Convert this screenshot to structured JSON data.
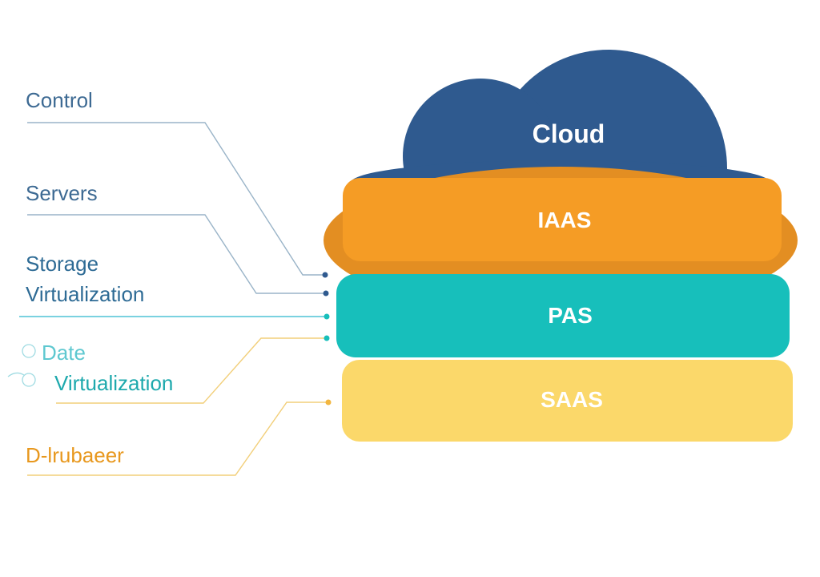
{
  "cloud": {
    "title": "Cloud",
    "color": "#2f5a8f"
  },
  "layers": {
    "iaas": {
      "label": "IAAS",
      "color": "#f59c25",
      "rim": "#e38e22"
    },
    "paas": {
      "label": "PAS",
      "color": "#17bfbb"
    },
    "saas": {
      "label": "SAAS",
      "color": "#fbd86a"
    }
  },
  "labels": {
    "control": {
      "text": "Control",
      "color": "#3d6a93"
    },
    "servers": {
      "text": "Servers",
      "color": "#3d6a93"
    },
    "storage": {
      "text": "Storage",
      "color": "#2e6b95"
    },
    "virtualization_1": {
      "text": "Virtualization",
      "color": "#2e6b95"
    },
    "data": {
      "text": "Date",
      "color": "#5ec8d0"
    },
    "virtualization_2": {
      "text": "Virtualization",
      "color": "#1ea9ad"
    },
    "database": {
      "text": "D-lrubaeer",
      "color": "#e8981e"
    }
  },
  "connector_colors": {
    "control": "#9ab4c8",
    "servers": "#9ab4c8",
    "storage": "#4fc3d6",
    "data": "#f2cf7a",
    "database": "#f2cf7a"
  }
}
